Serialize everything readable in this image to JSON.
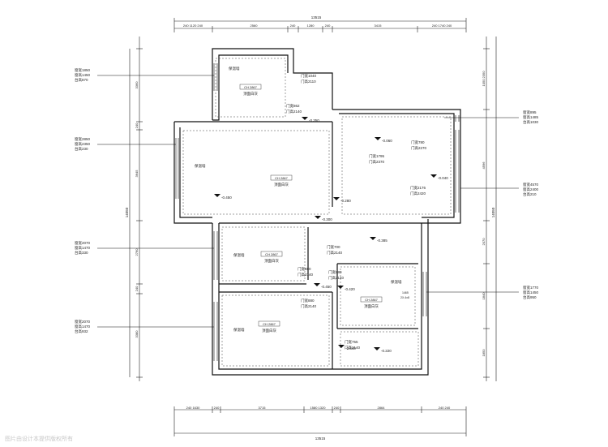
{
  "dimensions": {
    "top_total": "13515",
    "top_segments": [
      "240 1120 240",
      "2560",
      "240",
      "1280",
      "240",
      "3415",
      "240 1740 240"
    ],
    "bottom_total": "13515",
    "bottom_segments": [
      "240 1630",
      "240",
      "3715",
      "1580 1320",
      "240",
      "2864",
      "240 240"
    ],
    "left_total": "14050",
    "left_segments": [
      "3360",
      "240",
      "3645",
      "2760",
      "240",
      "3380"
    ],
    "right_total": "14050",
    "right_segments": [
      "1050 2350",
      "4596",
      "2070",
      "1840",
      "1850"
    ]
  },
  "window_notes": [
    {
      "lines": [
        "窗宽1850",
        "窗高1450",
        "台高870"
      ]
    },
    {
      "lines": [
        "窗宽2850",
        "窗高2350",
        "台高230"
      ]
    },
    {
      "lines": [
        "窗宽2070",
        "窗高1470",
        "台高330"
      ]
    },
    {
      "lines": [
        "窗宽2070",
        "窗高1470",
        "台高932"
      ]
    },
    {
      "lines": [
        "窗宽895",
        "窗高1485",
        "台高1030"
      ]
    },
    {
      "lines": [
        "窗宽4570",
        "窗高2400",
        "台高210"
      ]
    },
    {
      "lines": [
        "窗宽1770",
        "窗高1450",
        "台高950"
      ]
    }
  ],
  "rooms": [
    {
      "code": "CH 2867",
      "ceiling": "顶面白灰",
      "wall": "保温墙"
    },
    {
      "code": "CH 2867",
      "ceiling": "顶面白灰",
      "wall": "保温墙"
    },
    {
      "code": "CH 2867",
      "ceiling": "顶面白灰",
      "wall": "保温墙"
    },
    {
      "code": "CH 2867",
      "ceiling": "顶面白灰",
      "wall": "保温墙"
    },
    {
      "code": "CH 2867",
      "ceiling": "顶面白灰",
      "wall": "保温墙"
    }
  ],
  "doors": [
    {
      "w": "门宽1040",
      "h": "门高2110"
    },
    {
      "w": "门宽862",
      "h": "门高2140"
    },
    {
      "w": "门宽780",
      "h": "门高2270"
    },
    {
      "w": "门宽1795",
      "h": "门高2370"
    },
    {
      "w": "门宽2176",
      "h": "门高2420"
    },
    {
      "w": "门宽700",
      "h": "门高2140"
    },
    {
      "w": "门宽880",
      "h": "门高2140"
    },
    {
      "w": "门宽880",
      "h": "门高2140"
    },
    {
      "w": "门宽880",
      "h": "门高2140"
    },
    {
      "w": "门宽755",
      "h": "门高2140"
    }
  ],
  "levels": [
    "-0.350",
    "-0.060",
    "-0.040",
    "-0.450",
    "-0.280",
    "-0.300",
    "-0.385",
    "-0.450",
    "-0.420",
    "-0.440",
    "-0.220"
  ],
  "misc": {
    "mark": "1465",
    "mark2": "2X.4x8"
  },
  "watermark": "图片由设计本提供版权所有"
}
